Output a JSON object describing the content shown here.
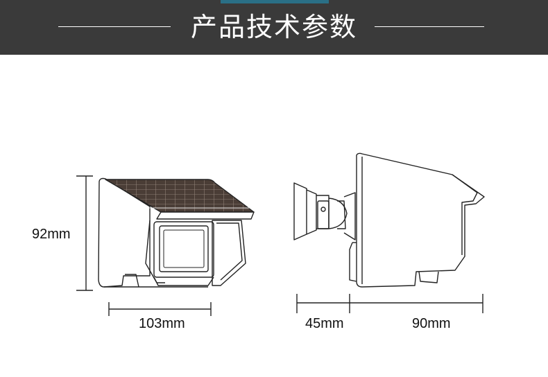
{
  "header": {
    "title": "产品技术参数",
    "background": "#3a3a3a",
    "accent": "#2a6f86"
  },
  "dimensions": {
    "height": "92mm",
    "width": "103mm",
    "bracket_depth": "45mm",
    "body_depth": "90mm"
  }
}
